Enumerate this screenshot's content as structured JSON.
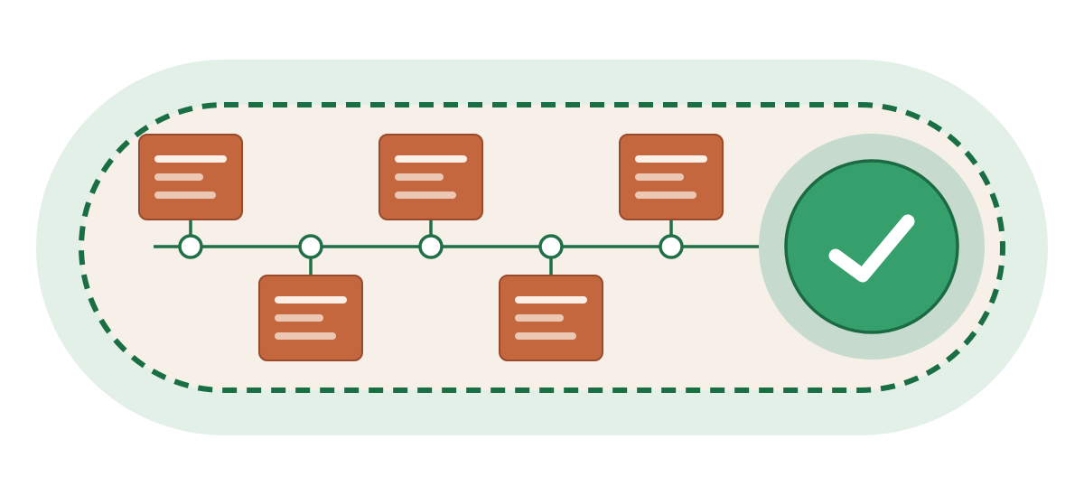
{
  "colors": {
    "outer_pill": "#e3f0e8",
    "inner_fill": "#f6f0e8",
    "dashed_border": "#1a6e44",
    "timeline": "#1f6f47",
    "node_fill": "#ffffff",
    "card_fill": "#c5673e",
    "card_stroke": "#9a4a2c",
    "card_line_primary": "#fbefe6",
    "card_line_secondary": "#ecc7b3",
    "check_halo": "#c6dbcd",
    "check_fill": "#35a06c",
    "check_stroke": "#1b6a43",
    "check_mark": "#ffffff"
  },
  "icons": {
    "card": "document-card-icon",
    "node": "timeline-node-icon",
    "complete": "checkmark-icon"
  },
  "steps": [
    {
      "id": "step-1",
      "card_position": "above"
    },
    {
      "id": "step-2",
      "card_position": "below"
    },
    {
      "id": "step-3",
      "card_position": "above"
    },
    {
      "id": "step-4",
      "card_position": "below"
    },
    {
      "id": "step-5",
      "card_position": "above"
    }
  ],
  "completion": {
    "state": "complete"
  }
}
